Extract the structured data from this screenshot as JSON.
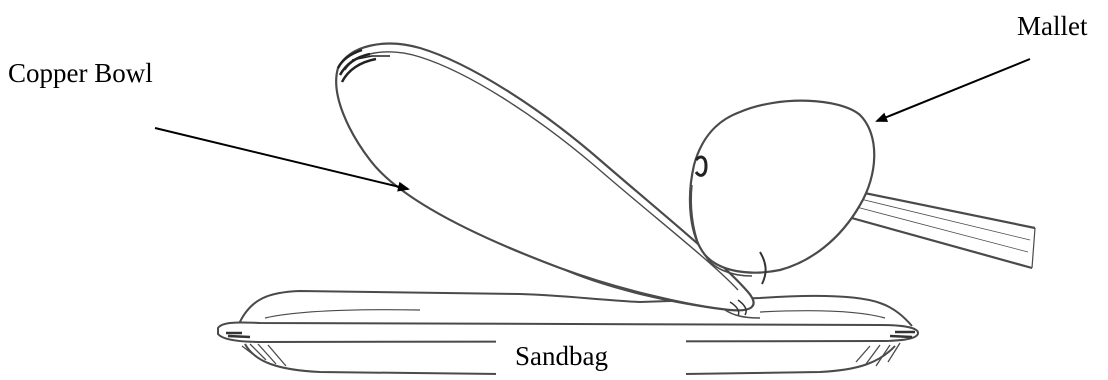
{
  "labels": {
    "copper_bowl": "Copper Bowl",
    "mallet": "Mallet",
    "sandbag": "Sandbag"
  },
  "colors": {
    "ink": "#000000",
    "sketch": "#4a4a4a",
    "background": "#ffffff"
  }
}
